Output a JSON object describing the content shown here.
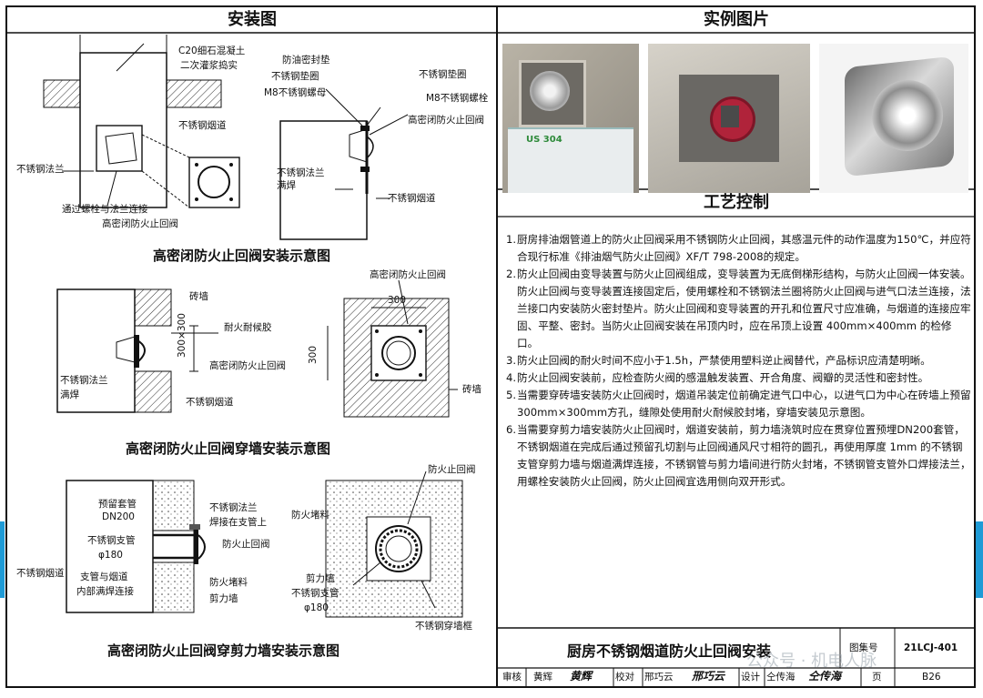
{
  "headers": {
    "install": "安装图",
    "photos": "实例图片",
    "process": "工艺控制"
  },
  "captions": {
    "d1": "高密闭防火止回阀安装示意图",
    "d2": "高密闭防火止回阀穿墙安装示意图",
    "d3": "高密闭防火止回阀穿剪力墙安装示意图"
  },
  "d1_labels": {
    "a": "C20细石混凝土",
    "b": "二次灌浆捣实",
    "c": "不锈钢烟道",
    "d": "不锈钢法兰",
    "e": "通过螺栓与法兰连接",
    "f": "高密闭防火止回阀",
    "g": "防油密封垫",
    "h": "不锈钢垫圈",
    "i": "M8不锈钢螺母",
    "j": "不锈钢垫圈",
    "k": "M8不锈钢螺栓",
    "l": "高密闭防火止回阀",
    "m": "不锈钢法兰",
    "n": "满焊",
    "o": "不锈钢烟道"
  },
  "d2_labels": {
    "a": "砖墙",
    "b": "耐火耐候胶",
    "c": "300×300",
    "d": "高密闭防火止回阀",
    "e": "不锈钢法兰",
    "f": "满焊",
    "g": "不锈钢烟道",
    "h": "高密闭防火止回阀",
    "i": "300",
    "j": "300",
    "k": "砖墙"
  },
  "d3_labels": {
    "a": "预留套管",
    "b": "DN200",
    "c": "不锈钢支管",
    "d": "φ180",
    "e": "不锈钢烟道",
    "f": "支管与烟道",
    "g": "内部满焊连接",
    "h": "不锈钢法兰",
    "i": "焊接在支管上",
    "j": "防火止回阀",
    "k": "防火堵料",
    "l": "剪力墙",
    "m": "防火止回阀",
    "n": "防火堵料",
    "o": "剪力墙",
    "p": "不锈钢支管",
    "q": "φ180",
    "r": "不锈钢穿墙框"
  },
  "photo_labels": {
    "p1_tag": "US 304"
  },
  "notes": [
    {
      "num": "1.",
      "text": "厨房排油烟管道上的防火止回阀采用不锈钢防火止回阀，其感温元件的动作温度为150℃，并应符合现行标准《排油烟气防火止回阀》XF/T 798-2008的规定。"
    },
    {
      "num": "2.",
      "text": "防火止回阀由变导装置与防火止回阀组成，变导装置为无底倒梯形结构，与防火止回阀一体安装。防火止回阀与变导装置连接固定后，使用螺栓和不锈钢法兰圈将防火止回阀与进气口法兰连接，法兰接口内安装防火密封垫片。防火止回阀和变导装置的开孔和位置尺寸应准确，与烟道的连接应牢固、平整、密封。当防火止回阀安装在吊顶内时，应在吊顶上设置 400mm×400mm 的检修口。"
    },
    {
      "num": "3.",
      "text": "防火止回阀的耐火时间不应小于1.5h，严禁使用塑料逆止阀替代，产品标识应清楚明晰。"
    },
    {
      "num": "4.",
      "text": "防火止回阀安装前，应检查防火阀的感温触发装置、开合角度、阀瓣的灵活性和密封性。"
    },
    {
      "num": "5.",
      "text": "当需要穿砖墙安装防火止回阀时，烟道吊装定位前确定进气口中心，以进气口为中心在砖墙上预留 300mm×300mm方孔，缝隙处使用耐火耐候胶封堵，穿墙安装见示意图。"
    },
    {
      "num": "6.",
      "text": "当需要穿剪力墙安装防火止回阀时，烟道安装前，剪力墙浇筑时应在贯穿位置预埋DN200套管，不锈钢烟道在完成后通过预留孔切割与止回阀通风尺寸相符的圆孔，再使用厚度 1mm 的不锈钢支管穿剪力墙与烟道满焊连接，不锈钢管与剪力墙间进行防火封堵，不锈钢管支管外口焊接法兰，用螺栓安装防火止回阀，防火止回阀宜选用侧向双开形式。"
    }
  ],
  "title_block": {
    "title": "厨房不锈钢烟道防火止回阀安装",
    "atlas_label": "图集号",
    "atlas_no": "21LCJ-401",
    "review_label": "审核",
    "review_name": "黄辉",
    "review_sig": "黄辉",
    "check_label": "校对",
    "check_name": "邢巧云",
    "check_sig": "邢巧云",
    "design_label": "设计",
    "design_name": "仝传海",
    "design_sig": "仝传海",
    "page_label": "页",
    "page_no": "B26"
  },
  "watermark": "公众号 · 机电人脉",
  "colors": {
    "accent_blue": "#1f9bd6",
    "valve_red": "#b0233a"
  }
}
